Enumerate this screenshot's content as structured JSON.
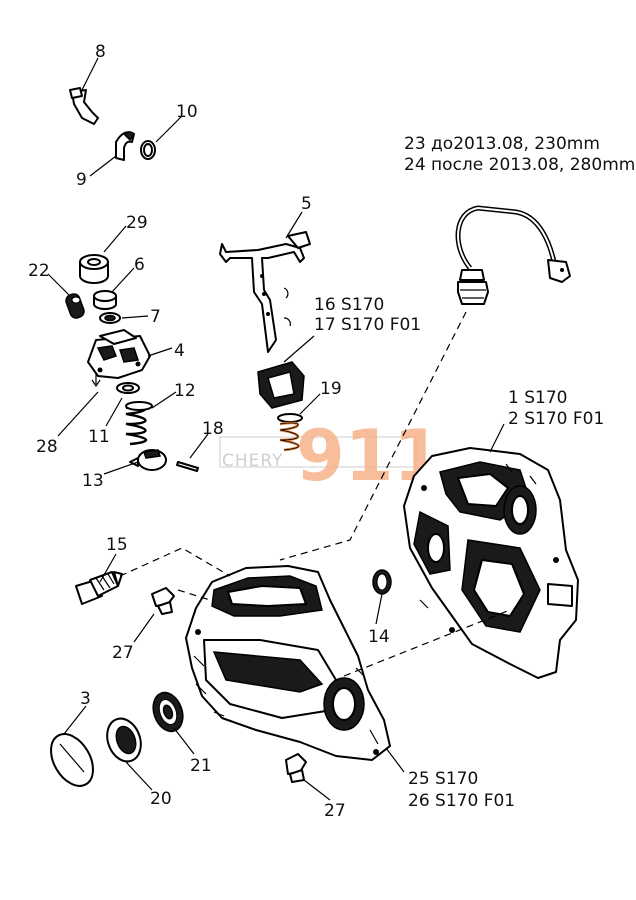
{
  "callouts": {
    "c1": "1",
    "c1_spec": "S170",
    "c2": "2",
    "c2_spec": "S170 F01",
    "c3": "3",
    "c4": "4",
    "c5": "5",
    "c6": "6",
    "c7": "7",
    "c8": "8",
    "c9": "9",
    "c10": "10",
    "c11": "11",
    "c12": "12",
    "c13": "13",
    "c14": "14",
    "c15": "15",
    "c16": "16",
    "c16_spec": "S170",
    "c17": "17",
    "c17_spec": "S170 F01",
    "c18": "18",
    "c19": "19",
    "c20": "20",
    "c21": "21",
    "c22": "22",
    "c23": "23",
    "c23_spec": "до2013.08, 230mm",
    "c24": "24",
    "c24_spec": "после 2013.08, 280mm",
    "c25": "25",
    "c25_spec": "S170",
    "c26": "26",
    "c26_spec": "S170 F01",
    "c27a": "27",
    "c27b": "27",
    "c28": "28",
    "c29": "29"
  },
  "watermark": {
    "brand": "CHERY",
    "number": "911"
  },
  "colors": {
    "line": "#000000",
    "watermark_number": "#f7b38a",
    "watermark_text": "#cfcfcf"
  }
}
